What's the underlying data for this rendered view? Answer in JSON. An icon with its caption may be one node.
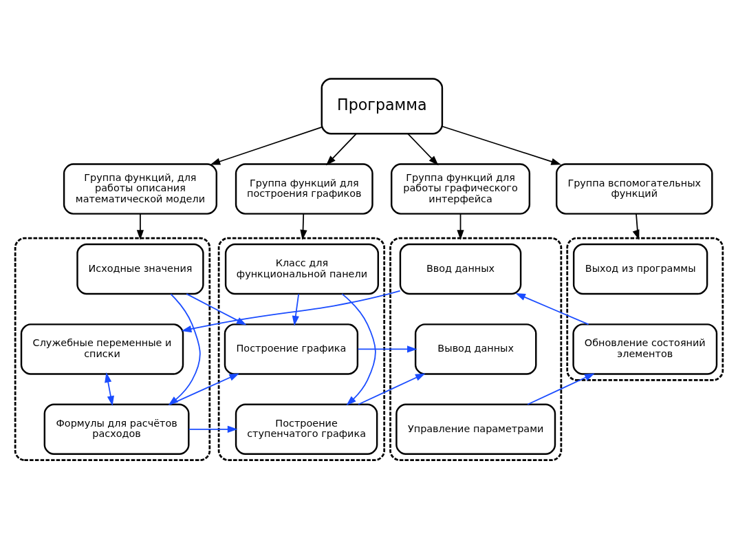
{
  "diagram": {
    "nodes": [
      {
        "text": [
          "Программа"
        ]
      },
      {
        "text": [
          "Группа функций, для работы описания математической модели"
        ]
      },
      {
        "text": [
          "Группа функций для построения графиков"
        ]
      },
      {
        "text": [
          "Группа функций для работы графического интерфейса"
        ]
      },
      {
        "text": [
          "Группа вспомогательных функций"
        ]
      },
      {
        "text": [],
        "shape": "box"
      },
      {
        "text": [
          "Исходные значения"
        ],
        "in": 5
      },
      {
        "text": [
          "Служебные переменные и списки"
        ],
        "in": 5
      },
      {
        "text": [
          "Формулы для расчётов расходов"
        ],
        "in": 5
      },
      {
        "text": [],
        "shape": "box"
      },
      {
        "text": [
          "Класс для функциональной панели"
        ],
        "in": 9
      },
      {
        "text": [
          "Построение графика"
        ],
        "in": 9
      },
      {
        "text": [
          "Построение ступенчатого графика"
        ],
        "in": 9
      },
      {
        "text": [],
        "shape": "box"
      },
      {
        "text": [
          "Ввод данных"
        ],
        "in": 13
      },
      {
        "text": [
          "Вывод данных"
        ],
        "in": 13
      },
      {
        "text": [
          "Управление параметрами"
        ],
        "in": 13
      },
      {
        "text": [],
        "shape": "box"
      },
      {
        "text": [
          "Выход из программы"
        ],
        "in": 17
      },
      {
        "text": [
          "Обновление состояний элементов"
        ],
        "in": 17
      }
    ],
    "edges": [
      {
        "from": 0,
        "to": 1,
        "arrow": "to",
        "color": "#000000"
      },
      {
        "from": 0,
        "to": 2,
        "arrow": "to",
        "color": "#000000"
      },
      {
        "from": 0,
        "to": 3,
        "arrow": "to",
        "color": "#000000"
      },
      {
        "from": 0,
        "to": 4,
        "arrow": "to",
        "color": "#000000"
      },
      {
        "from": 1,
        "to": 5,
        "arrow": "to",
        "color": "#000000"
      },
      {
        "from": 2,
        "to": 9,
        "arrow": "to",
        "color": "#000000"
      },
      {
        "from": 3,
        "to": 13,
        "arrow": "to",
        "color": "#000000"
      },
      {
        "from": 4,
        "to": 17,
        "arrow": "to",
        "color": "#000000"
      },
      {
        "from": 6,
        "to": 8,
        "arrow": "to"
      },
      {
        "from": 6,
        "to": 11,
        "arrow": "to"
      },
      {
        "from": 7,
        "to": 8,
        "arrow": "both"
      },
      {
        "from": 10,
        "to": 11,
        "arrow": "to"
      },
      {
        "from": 10,
        "to": 12,
        "arrow": "to"
      },
      {
        "from": 14,
        "to": 7,
        "arrow": "to"
      },
      {
        "from": 8,
        "to": 11,
        "arrow": "to"
      },
      {
        "from": 8,
        "to": 12,
        "arrow": "to"
      },
      {
        "from": 11,
        "to": 15,
        "arrow": "to"
      },
      {
        "from": 12,
        "to": 15,
        "arrow": "to"
      },
      {
        "from": 16,
        "to": 19,
        "arrow": "to"
      },
      {
        "from": 19,
        "to": 14,
        "arrow": "to"
      }
    ]
  }
}
